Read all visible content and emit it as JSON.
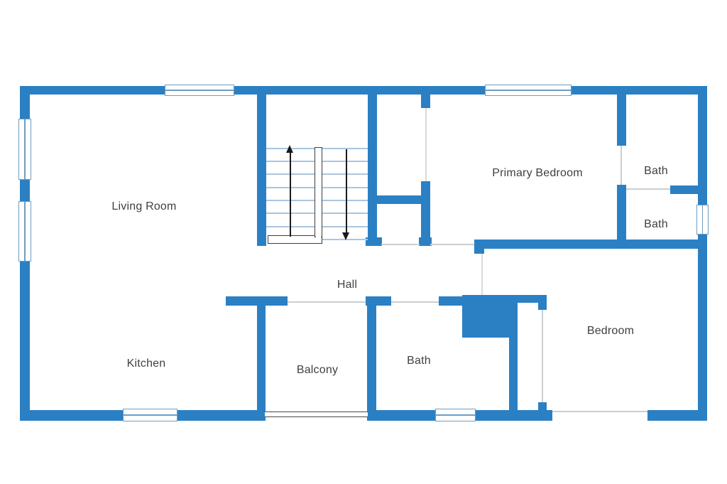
{
  "plan": {
    "type": "floor-plan",
    "colors": {
      "wall": "#2b80c4",
      "step_line": "#a9c6df",
      "opening_line": "#c9ced2",
      "rail": "#3d3d3d",
      "arrow": "#1a1a1a",
      "label_text": "#3f3f3f",
      "window_border": "#6f9cc0"
    },
    "rooms": [
      {
        "id": "living-room",
        "label": "Living Room"
      },
      {
        "id": "kitchen",
        "label": "Kitchen"
      },
      {
        "id": "balcony",
        "label": "Balcony"
      },
      {
        "id": "hall",
        "label": "Hall"
      },
      {
        "id": "bath-lower",
        "label": "Bath"
      },
      {
        "id": "bedroom",
        "label": "Bedroom"
      },
      {
        "id": "primary-bedroom",
        "label": "Primary Bedroom"
      },
      {
        "id": "bath-upper-1",
        "label": "Bath"
      },
      {
        "id": "bath-upper-2",
        "label": "Bath"
      }
    ],
    "stairs": {
      "up_icon": "up-arrow",
      "down_icon": "down-arrow"
    }
  }
}
